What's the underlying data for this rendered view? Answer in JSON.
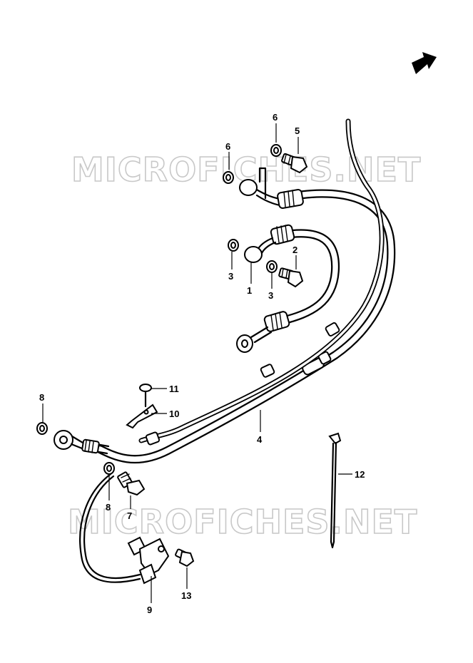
{
  "watermarks": [
    "MICROFICHES.NET",
    "MICROFICHES.NET"
  ],
  "callouts": [
    "1",
    "2",
    "3",
    "3",
    "4",
    "5",
    "6",
    "6",
    "7",
    "8",
    "8",
    "9",
    "10",
    "11",
    "12",
    "13"
  ],
  "colors": {
    "line": "#000000",
    "watermark": "#c8c8c8",
    "background": "#ffffff"
  },
  "icons": {
    "direction": "front-arrow-icon"
  }
}
